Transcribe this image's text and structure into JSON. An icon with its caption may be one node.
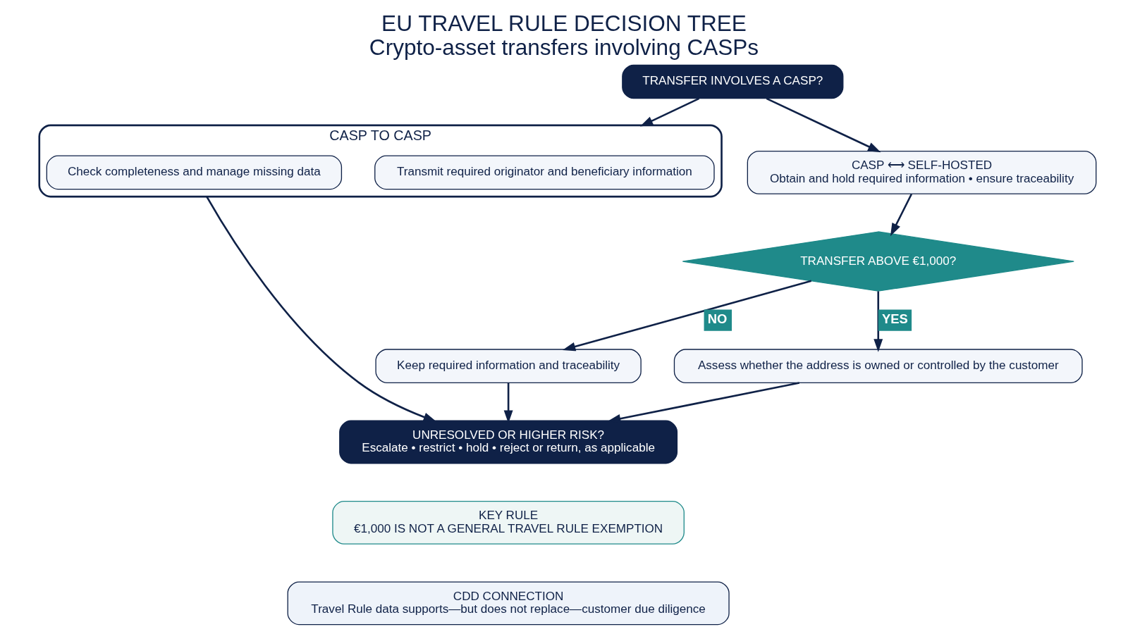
{
  "diagram": {
    "title": "EU TRAVEL RULE DECISION TREE",
    "caption": "Crypto-asset transfers involving CASPs",
    "nodes": [
      {
        "text": [
          "TRANSFER INVOLVES A CASP?"
        ]
      },
      {
        "text": [
          "CASP TO CASP"
        ]
      },
      {
        "text": [
          "Transmit required originator and beneficiary information"
        ],
        "in": 1
      },
      {
        "text": [
          "Check completeness and manage missing data"
        ],
        "in": 1
      },
      {
        "text": [
          "CASP ⟷ SELF-HOSTED",
          "Obtain and hold required information • ensure traceability"
        ]
      },
      {
        "text": [
          "TRANSFER ABOVE €1,000?"
        ]
      },
      {
        "text": [
          "Keep required information and traceability"
        ]
      },
      {
        "text": [
          "Assess whether the address is owned or controlled by the customer"
        ]
      },
      {
        "text": [
          "UNRESOLVED OR HIGHER RISK?",
          "Escalate • restrict • hold • reject or return, as applicable"
        ]
      },
      {
        "text": [
          "KEY RULE",
          "€1,000 IS NOT A GENERAL TRAVEL RULE EXEMPTION"
        ]
      },
      {
        "text": [
          "CDD CONNECTION",
          "Travel Rule data supports—but does not replace—customer due diligence"
        ]
      }
    ],
    "edges": [
      {
        "from": 0,
        "to": 1,
        "arrow": "to"
      },
      {
        "from": 0,
        "to": 4,
        "arrow": "to"
      },
      {
        "from": 4,
        "to": 5,
        "arrow": "to"
      },
      {
        "from": 5,
        "to": 6,
        "arrow": "to",
        "label": "NO"
      },
      {
        "from": 5,
        "to": 7,
        "arrow": "to",
        "label": "YES"
      },
      {
        "from": 1,
        "to": 8,
        "arrow": "to"
      },
      {
        "from": 6,
        "to": 8,
        "arrow": "to"
      },
      {
        "from": 7,
        "to": 8,
        "arrow": "to"
      }
    ]
  }
}
